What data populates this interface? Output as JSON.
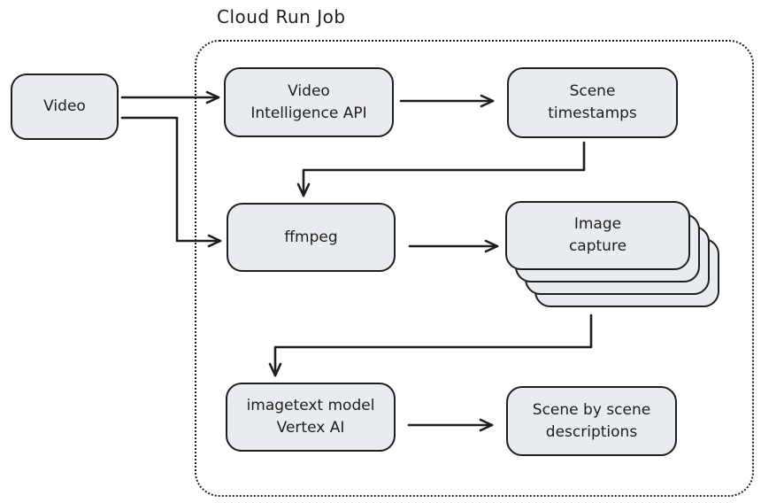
{
  "diagram": {
    "title": "Cloud Run Job",
    "nodes": {
      "video": {
        "label": "Video"
      },
      "via": {
        "label": "Video\nIntelligence API"
      },
      "timestamps": {
        "label": "Scene\ntimestamps"
      },
      "ffmpeg": {
        "label": "ffmpeg"
      },
      "image_capture": {
        "label": "Image\ncapture"
      },
      "imagetext": {
        "label": "imagetext model\nVertex AI"
      },
      "descriptions": {
        "label": "Scene by scene\ndescriptions"
      }
    },
    "edges": [
      {
        "from": "video",
        "to": "via"
      },
      {
        "from": "video",
        "to": "ffmpeg"
      },
      {
        "from": "via",
        "to": "timestamps"
      },
      {
        "from": "timestamps",
        "to": "ffmpeg"
      },
      {
        "from": "ffmpeg",
        "to": "image_capture"
      },
      {
        "from": "image_capture",
        "to": "imagetext"
      },
      {
        "from": "imagetext",
        "to": "descriptions"
      }
    ],
    "colors": {
      "node_fill": "#e9ecef",
      "stroke": "#1e1e1e",
      "background": "#ffffff"
    }
  }
}
